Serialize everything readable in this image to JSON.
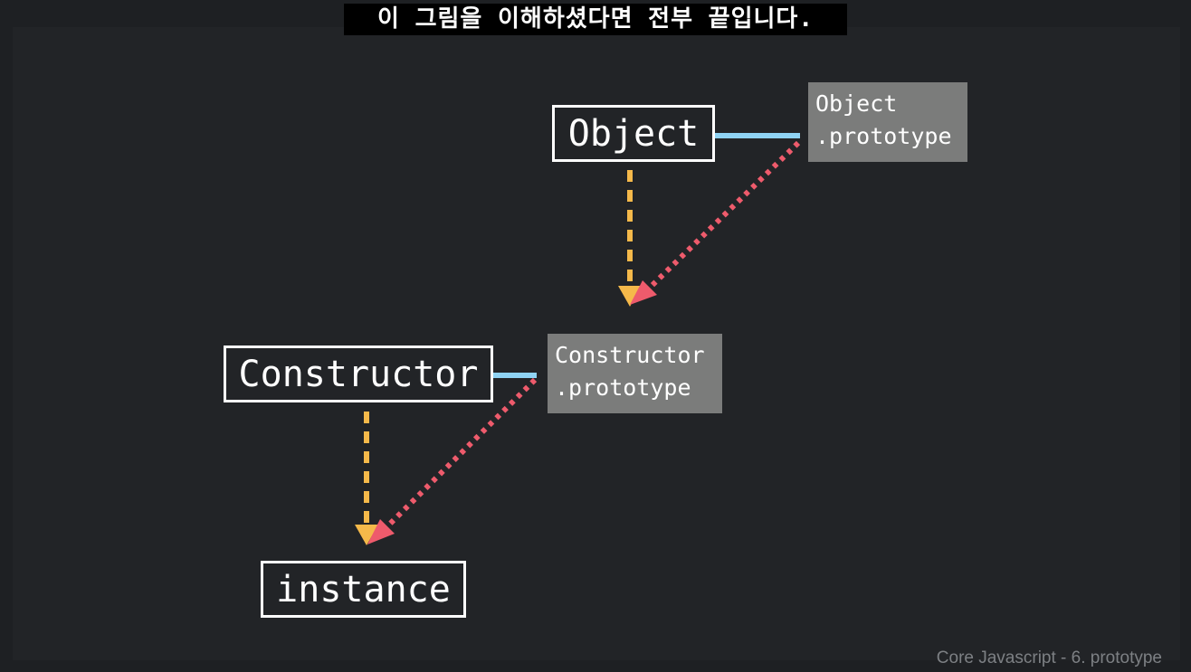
{
  "caption": "이 그림을 이해하셨다면 전부 끝입니다.",
  "nodes": {
    "object": "Object",
    "constructor": "Constructor",
    "instance": "instance"
  },
  "prototypes": {
    "object": [
      "Object",
      ".prototype"
    ],
    "constructor": [
      "Constructor",
      ".prototype"
    ]
  },
  "footer": "Core Javascript - 6. prototype",
  "colors": {
    "link_line": "#8fd3f4",
    "instance_arrow": "#f5b94a",
    "proto_arrow": "#ee5b6c",
    "proto_fill": "#7b7c7b",
    "box_border": "#ffffff"
  }
}
